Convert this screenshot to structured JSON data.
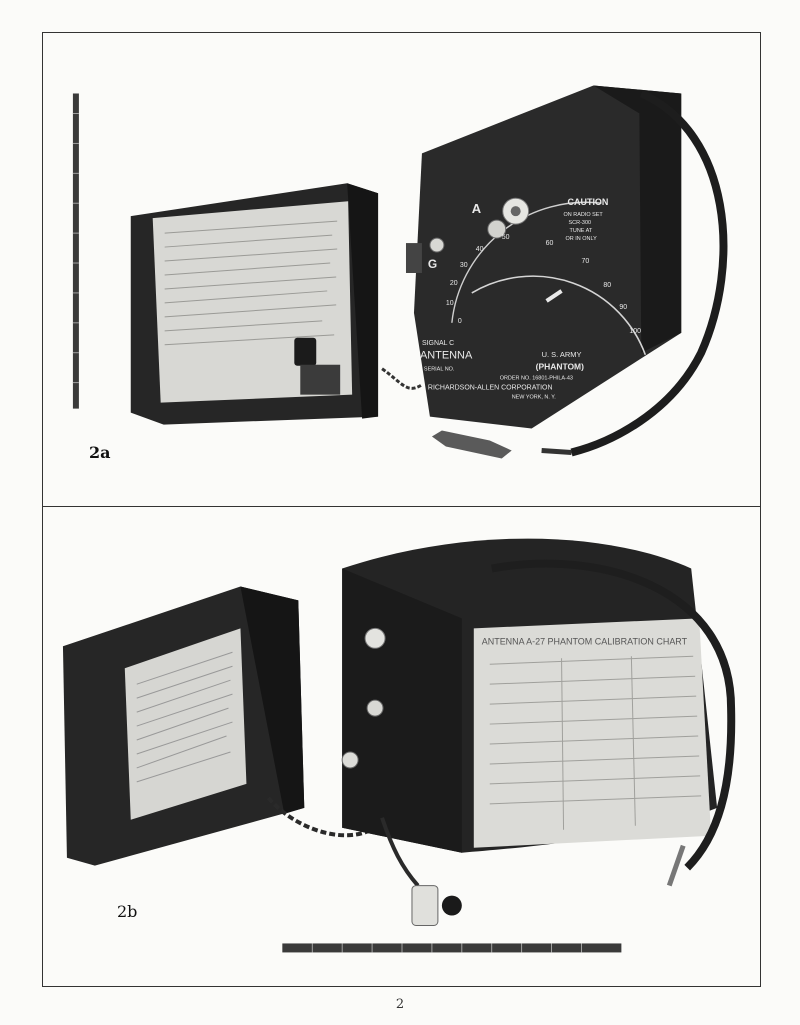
{
  "figures": [
    {
      "label": "2a",
      "device_text": {
        "caution": "CAUTION",
        "caution_lines": [
          "ON RADIO SET",
          "SCR-300",
          "TUNE AT",
          "OR IN ONLY"
        ],
        "terminal_a": "A",
        "terminal_g": "G",
        "dial_numbers": [
          "0",
          "10",
          "20",
          "30",
          "40",
          "50",
          "60",
          "70",
          "80",
          "90",
          "100"
        ],
        "signal": "SIGNAL C",
        "antenna": "ANTENNA",
        "serial": "SERIAL NO.",
        "army": "U. S. ARMY",
        "phantom": "(PHANTOM)",
        "order": "ORDER NO. 16801-PHILA-43",
        "maker": "RICHARDSON-ALLEN CORPORATION",
        "city": "NEW YORK, N. Y."
      }
    },
    {
      "label": "2b",
      "device_text": {
        "chart_title": "ANTENNA A-27 PHANTOM CALIBRATION CHART"
      }
    }
  ],
  "page_number": "2",
  "colors": {
    "paper": "#fbfbf9",
    "device": "#2a2a2a",
    "panel": "#d9d9d6"
  }
}
